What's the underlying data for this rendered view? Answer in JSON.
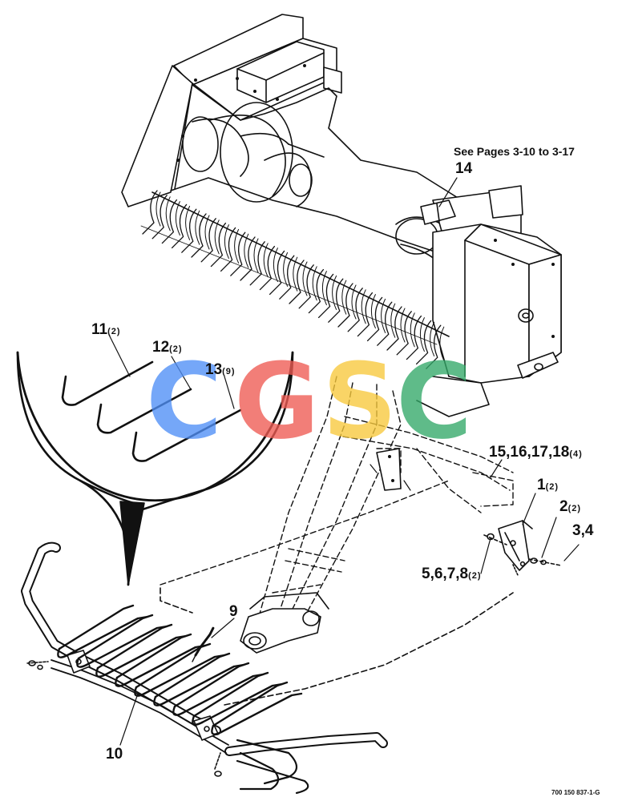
{
  "note": "See Pages 3-10 to 3-17",
  "figure_code": "700 150 837-1-G",
  "callouts": {
    "c14": "14",
    "c11": "11",
    "c11_qty": "(2)",
    "c12": "12",
    "c12_qty": "(2)",
    "c13": "13",
    "c13_qty": "(9)",
    "c15": "15,16,17,18",
    "c15_qty": "(4)",
    "c1": "1",
    "c1_qty": "(2)",
    "c2": "2",
    "c2_qty": "(2)",
    "c34": "3,4",
    "c5": "5,6,7,8",
    "c5_qty": "(2)",
    "c9": "9",
    "c10": "10"
  },
  "watermark": {
    "letters": [
      "C",
      "G",
      "S",
      "C"
    ],
    "colors": [
      "#4f8ff7",
      "#ef5b53",
      "#f8c93c",
      "#33a868"
    ]
  },
  "line_color": "#111111"
}
